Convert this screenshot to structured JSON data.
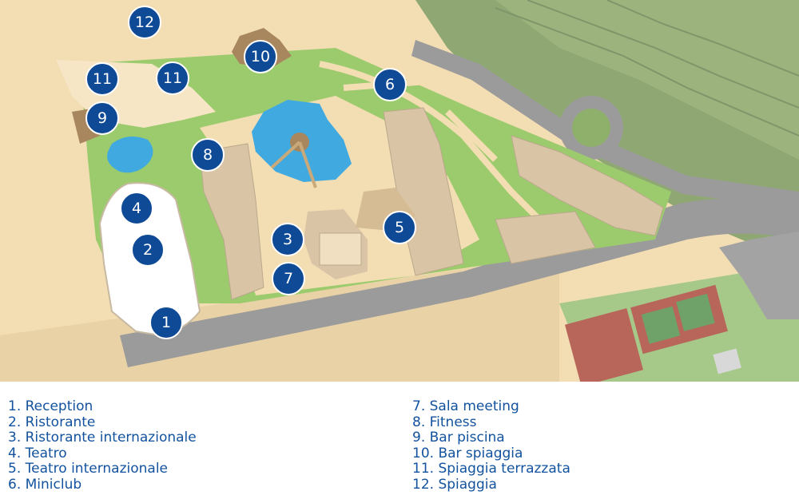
{
  "colors": {
    "marker": "#0f4a96",
    "legend_text": "#12529e",
    "sand": "#f3ddb3",
    "grass": "#9ccb6e",
    "hill": "#8fa873",
    "road": "#9b9b9b",
    "water": "#3fa9e0",
    "building": "#d9c4a6",
    "tennis_court": "#b8655a"
  },
  "markers": [
    "1",
    "2",
    "3",
    "4",
    "5",
    "6",
    "7",
    "8",
    "9",
    "10",
    "11",
    "11",
    "12"
  ],
  "legend": {
    "left": [
      "1. Reception",
      "2. Ristorante",
      "3. Ristorante internazionale",
      "4. Teatro",
      "5. Teatro internazionale",
      "6. Miniclub"
    ],
    "right": [
      "7. Sala meeting",
      "8. Fitness",
      "9. Bar piscina",
      "10. Bar spiaggia",
      "11. Spiaggia terrazzata",
      "12. Spiaggia"
    ]
  }
}
